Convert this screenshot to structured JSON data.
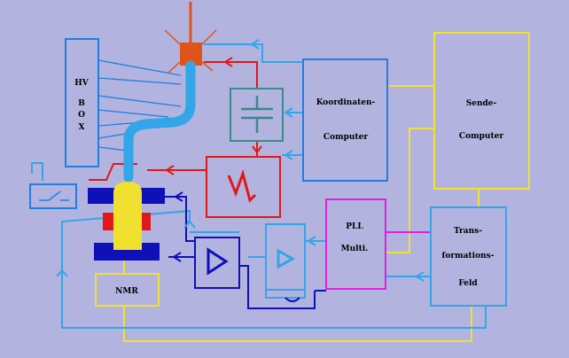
{
  "diagram": {
    "background": "#b3b3e0",
    "colors": {
      "blue": "#1f7fe0",
      "dark_blue": "#1010b8",
      "light_blue": "#32a6e6",
      "red": "#e01818",
      "orange": "#e0541a",
      "yellow": "#f0e030",
      "magenta": "#e020e0",
      "teal": "#3a8a8a"
    },
    "boxes": {
      "hv_box": {
        "label_lines": [
          "HV",
          "B",
          "O",
          "X"
        ]
      },
      "koordinaten_computer": {
        "label_lines": [
          "Koordinaten-",
          "Computer"
        ]
      },
      "sende_computer": {
        "label_lines": [
          "Sende-",
          "Computer"
        ]
      },
      "pll_multi": {
        "label_lines": [
          "PLL",
          "Multi."
        ]
      },
      "transformations_feld": {
        "label_lines": [
          "Trans-",
          "formations-",
          "Feld"
        ]
      },
      "nmr": {
        "label": "NMR"
      }
    },
    "icons": {
      "capacitor": "capacitor-icon",
      "sawtooth": "sawtooth-icon",
      "amplifier_large": "amplifier-triangle-icon",
      "amplifier_small": "amplifier-triangle-icon",
      "switch": "switch-icon",
      "emitter": "electron-emitter-icon"
    }
  }
}
